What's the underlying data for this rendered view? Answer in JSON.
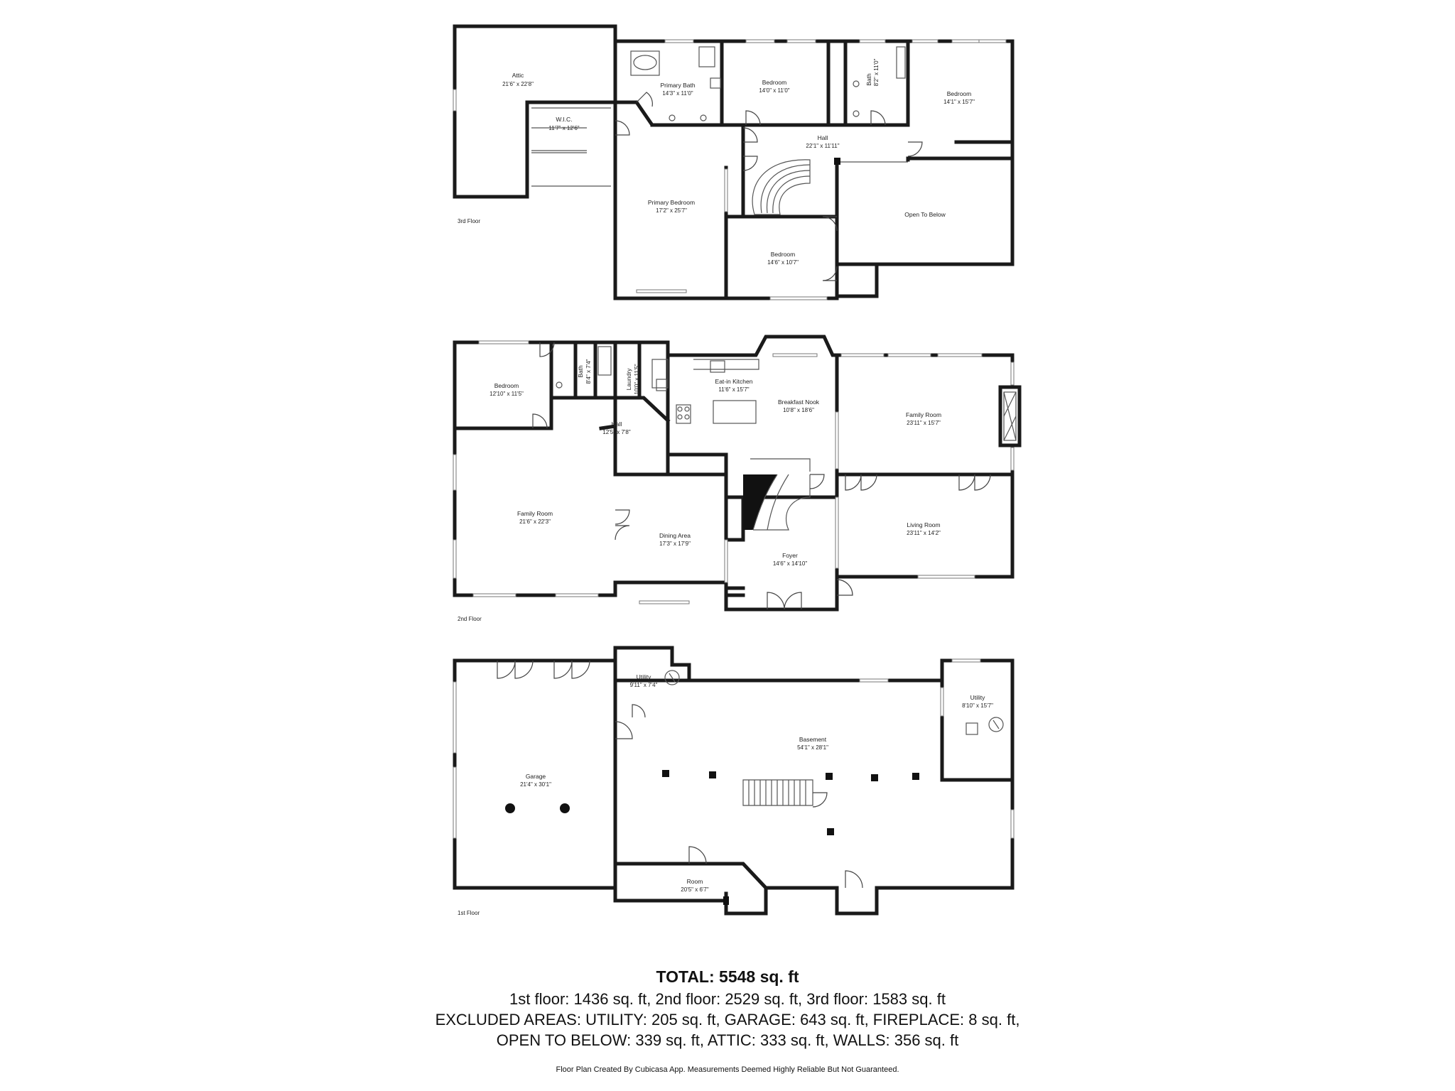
{
  "floors": [
    {
      "label": "3rd Floor",
      "rooms": [
        {
          "name": "Attic",
          "dim": "21'6\" x 22'8\""
        },
        {
          "name": "W.I.C.",
          "dim": "11'7\" x 12'6\""
        },
        {
          "name": "Primary Bath",
          "dim": "14'3\" x 11'0\""
        },
        {
          "name": "Bedroom",
          "dim": "14'0\" x 11'0\""
        },
        {
          "name": "Bath",
          "dim": "8'2\" x 11'0\""
        },
        {
          "name": "Bedroom",
          "dim": "14'1\" x 15'7\""
        },
        {
          "name": "Hall",
          "dim": "22'1\" x 11'11\""
        },
        {
          "name": "Primary Bedroom",
          "dim": "17'2\" x 25'7\""
        },
        {
          "name": "Open To Below",
          "dim": ""
        },
        {
          "name": "Bedroom",
          "dim": "14'6\" x 10'7\""
        }
      ]
    },
    {
      "label": "2nd Floor",
      "rooms": [
        {
          "name": "Bedroom",
          "dim": "12'10\" x 11'5\""
        },
        {
          "name": "Bath",
          "dim": "8'4\" x 7'4\""
        },
        {
          "name": "Laundry",
          "dim": "10'0\" x 11'5\""
        },
        {
          "name": "Eat-in Kitchen",
          "dim": "11'6\" x 15'7\""
        },
        {
          "name": "Breakfast Nook",
          "dim": "10'8\" x 18'6\""
        },
        {
          "name": "Family Room",
          "dim": "23'11\" x 15'7\""
        },
        {
          "name": "Hall",
          "dim": "12'5\" x 7'8\""
        },
        {
          "name": "Family Room",
          "dim": "21'6\" x 22'3\""
        },
        {
          "name": "Dining Area",
          "dim": "17'3\" x 17'9\""
        },
        {
          "name": "Foyer",
          "dim": "14'6\" x 14'10\""
        },
        {
          "name": "Living Room",
          "dim": "23'11\" x 14'2\""
        }
      ]
    },
    {
      "label": "1st Floor",
      "rooms": [
        {
          "name": "Utility",
          "dim": "9'11\" x 7'4\""
        },
        {
          "name": "Utility",
          "dim": "8'10\" x 15'7\""
        },
        {
          "name": "Basement",
          "dim": "54'1\" x 28'1\""
        },
        {
          "name": "Garage",
          "dim": "21'4\" x 30'1\""
        },
        {
          "name": "Room",
          "dim": "20'5\" x 6'7\""
        }
      ]
    }
  ],
  "summary": {
    "total": "TOTAL: 5548 sq. ft",
    "line1": "1st floor: 1436 sq. ft, 2nd floor: 2529 sq. ft, 3rd floor: 1583 sq. ft",
    "line2": "EXCLUDED AREAS: UTILITY: 205 sq. ft, GARAGE: 643 sq. ft, FIREPLACE: 8 sq. ft,",
    "line3": "OPEN TO BELOW: 339 sq. ft, ATTIC: 333 sq. ft, WALLS: 356 sq. ft"
  },
  "footer": "Floor Plan Created By Cubicasa App. Measurements Deemed Highly Reliable But Not Guaranteed."
}
